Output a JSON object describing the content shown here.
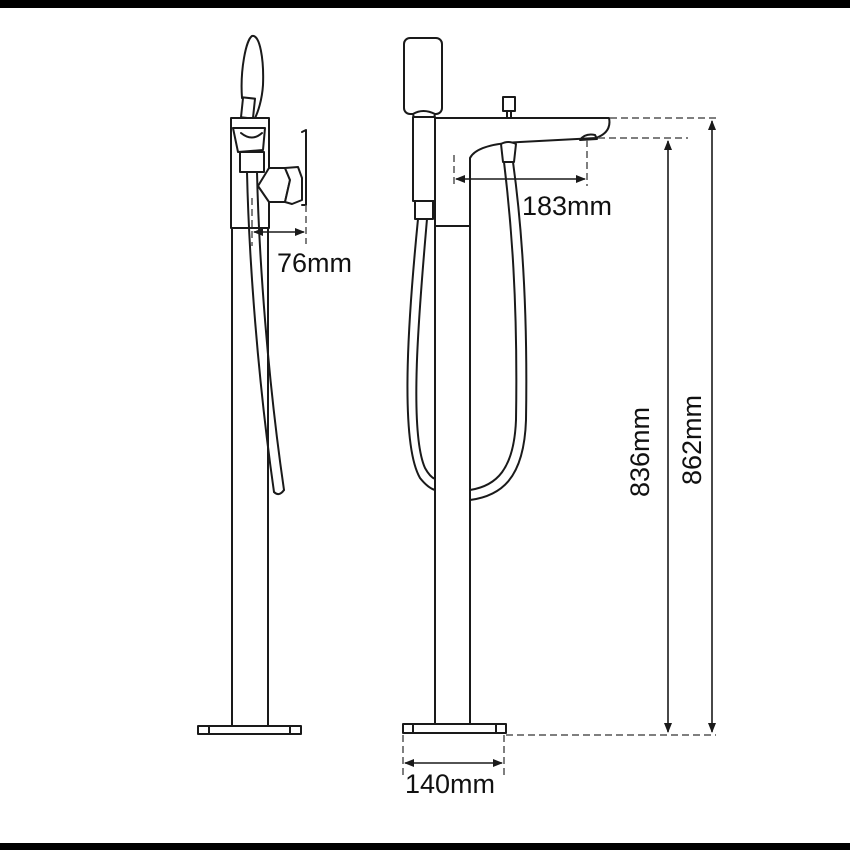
{
  "frame": {
    "top_bar_color": "#000000",
    "bottom_bar_color": "#000000",
    "line_color": "#1a1a1a"
  },
  "views": {
    "side_view": {
      "name": "Side view of freestanding bath faucet"
    },
    "front_view": {
      "name": "Front view of freestanding bath faucet with hand shower and hose"
    }
  },
  "dimensions": {
    "handle_projection": "76mm",
    "spout_reach": "183mm",
    "base_width": "140mm",
    "spout_outlet_height": "836mm",
    "overall_height": "862mm"
  }
}
